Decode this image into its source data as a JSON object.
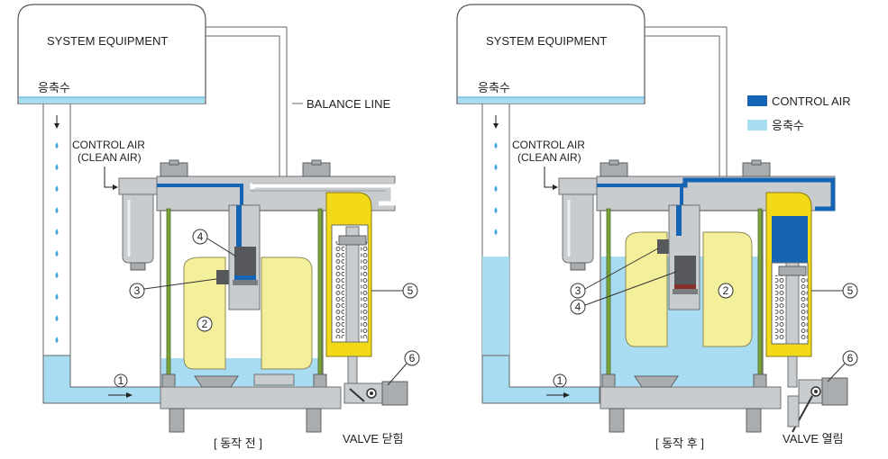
{
  "colors": {
    "control_air": "#1565b4",
    "condensate": "#a8dcf2",
    "float": "#f4ef9a",
    "brass": "#f2da18",
    "steel": "#c9ccce",
    "rod": "#7aa43a"
  },
  "left": {
    "equipment_label": "SYSTEM EQUIPMENT",
    "condensate_label": "응축수",
    "balance_line_label": "BALANCE LINE",
    "control_air_label_1": "CONTROL AIR",
    "control_air_label_2": "(CLEAN AIR)",
    "caption": "[ 동작 전 ]",
    "valve_state": "VALVE 닫힘",
    "callouts": [
      "1",
      "2",
      "3",
      "4",
      "5",
      "6"
    ]
  },
  "right": {
    "equipment_label": "SYSTEM EQUIPMENT",
    "condensate_label": "응축수",
    "control_air_label_1": "CONTROL AIR",
    "control_air_label_2": "(CLEAN AIR)",
    "caption": "[ 동작 후 ]",
    "valve_state": "VALVE 열림",
    "callouts": [
      "1",
      "2",
      "3",
      "4",
      "5",
      "6"
    ]
  },
  "legend": {
    "items": [
      {
        "label": "CONTROL AIR",
        "color": "#1565b4"
      },
      {
        "label": "응축수",
        "color": "#a8dcf2"
      }
    ]
  }
}
